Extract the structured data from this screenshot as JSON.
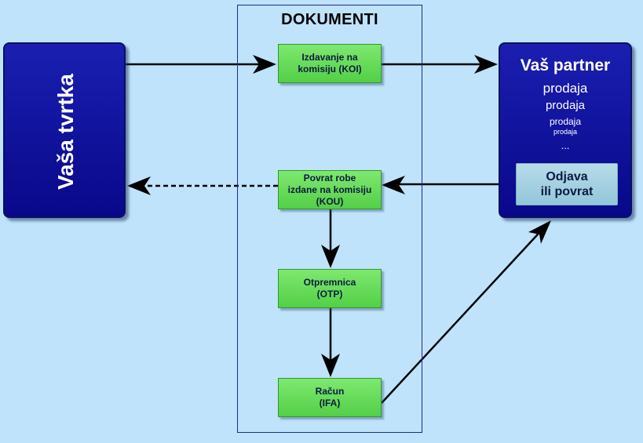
{
  "documents": {
    "title": "DOKUMENTI"
  },
  "company": {
    "label": "Vaša tvrtka"
  },
  "partner": {
    "title": "Vaš partner",
    "sales": [
      "prodaja",
      "prodaja",
      "prodaja",
      "prodaja",
      "..."
    ],
    "return_box": {
      "line1": "Odjava",
      "line2": "ili povrat"
    }
  },
  "docs": [
    {
      "line1": "Izdavanje na",
      "line2": "komisiju (KOI)",
      "line3": ""
    },
    {
      "line1": "Povrat robe",
      "line2": "izdane na komisiju",
      "line3": "(KOU)"
    },
    {
      "line1": "Otpremnica",
      "line2": "(OTP)",
      "line3": ""
    },
    {
      "line1": "Račun",
      "line2": "(IFA)",
      "line3": ""
    }
  ],
  "colors": {
    "background": "#bfe3fb",
    "blue_box": "#10129e",
    "green_box": "#6bdc5c",
    "return_box": "#a7d2e4",
    "frame": "#1d2a8c"
  }
}
